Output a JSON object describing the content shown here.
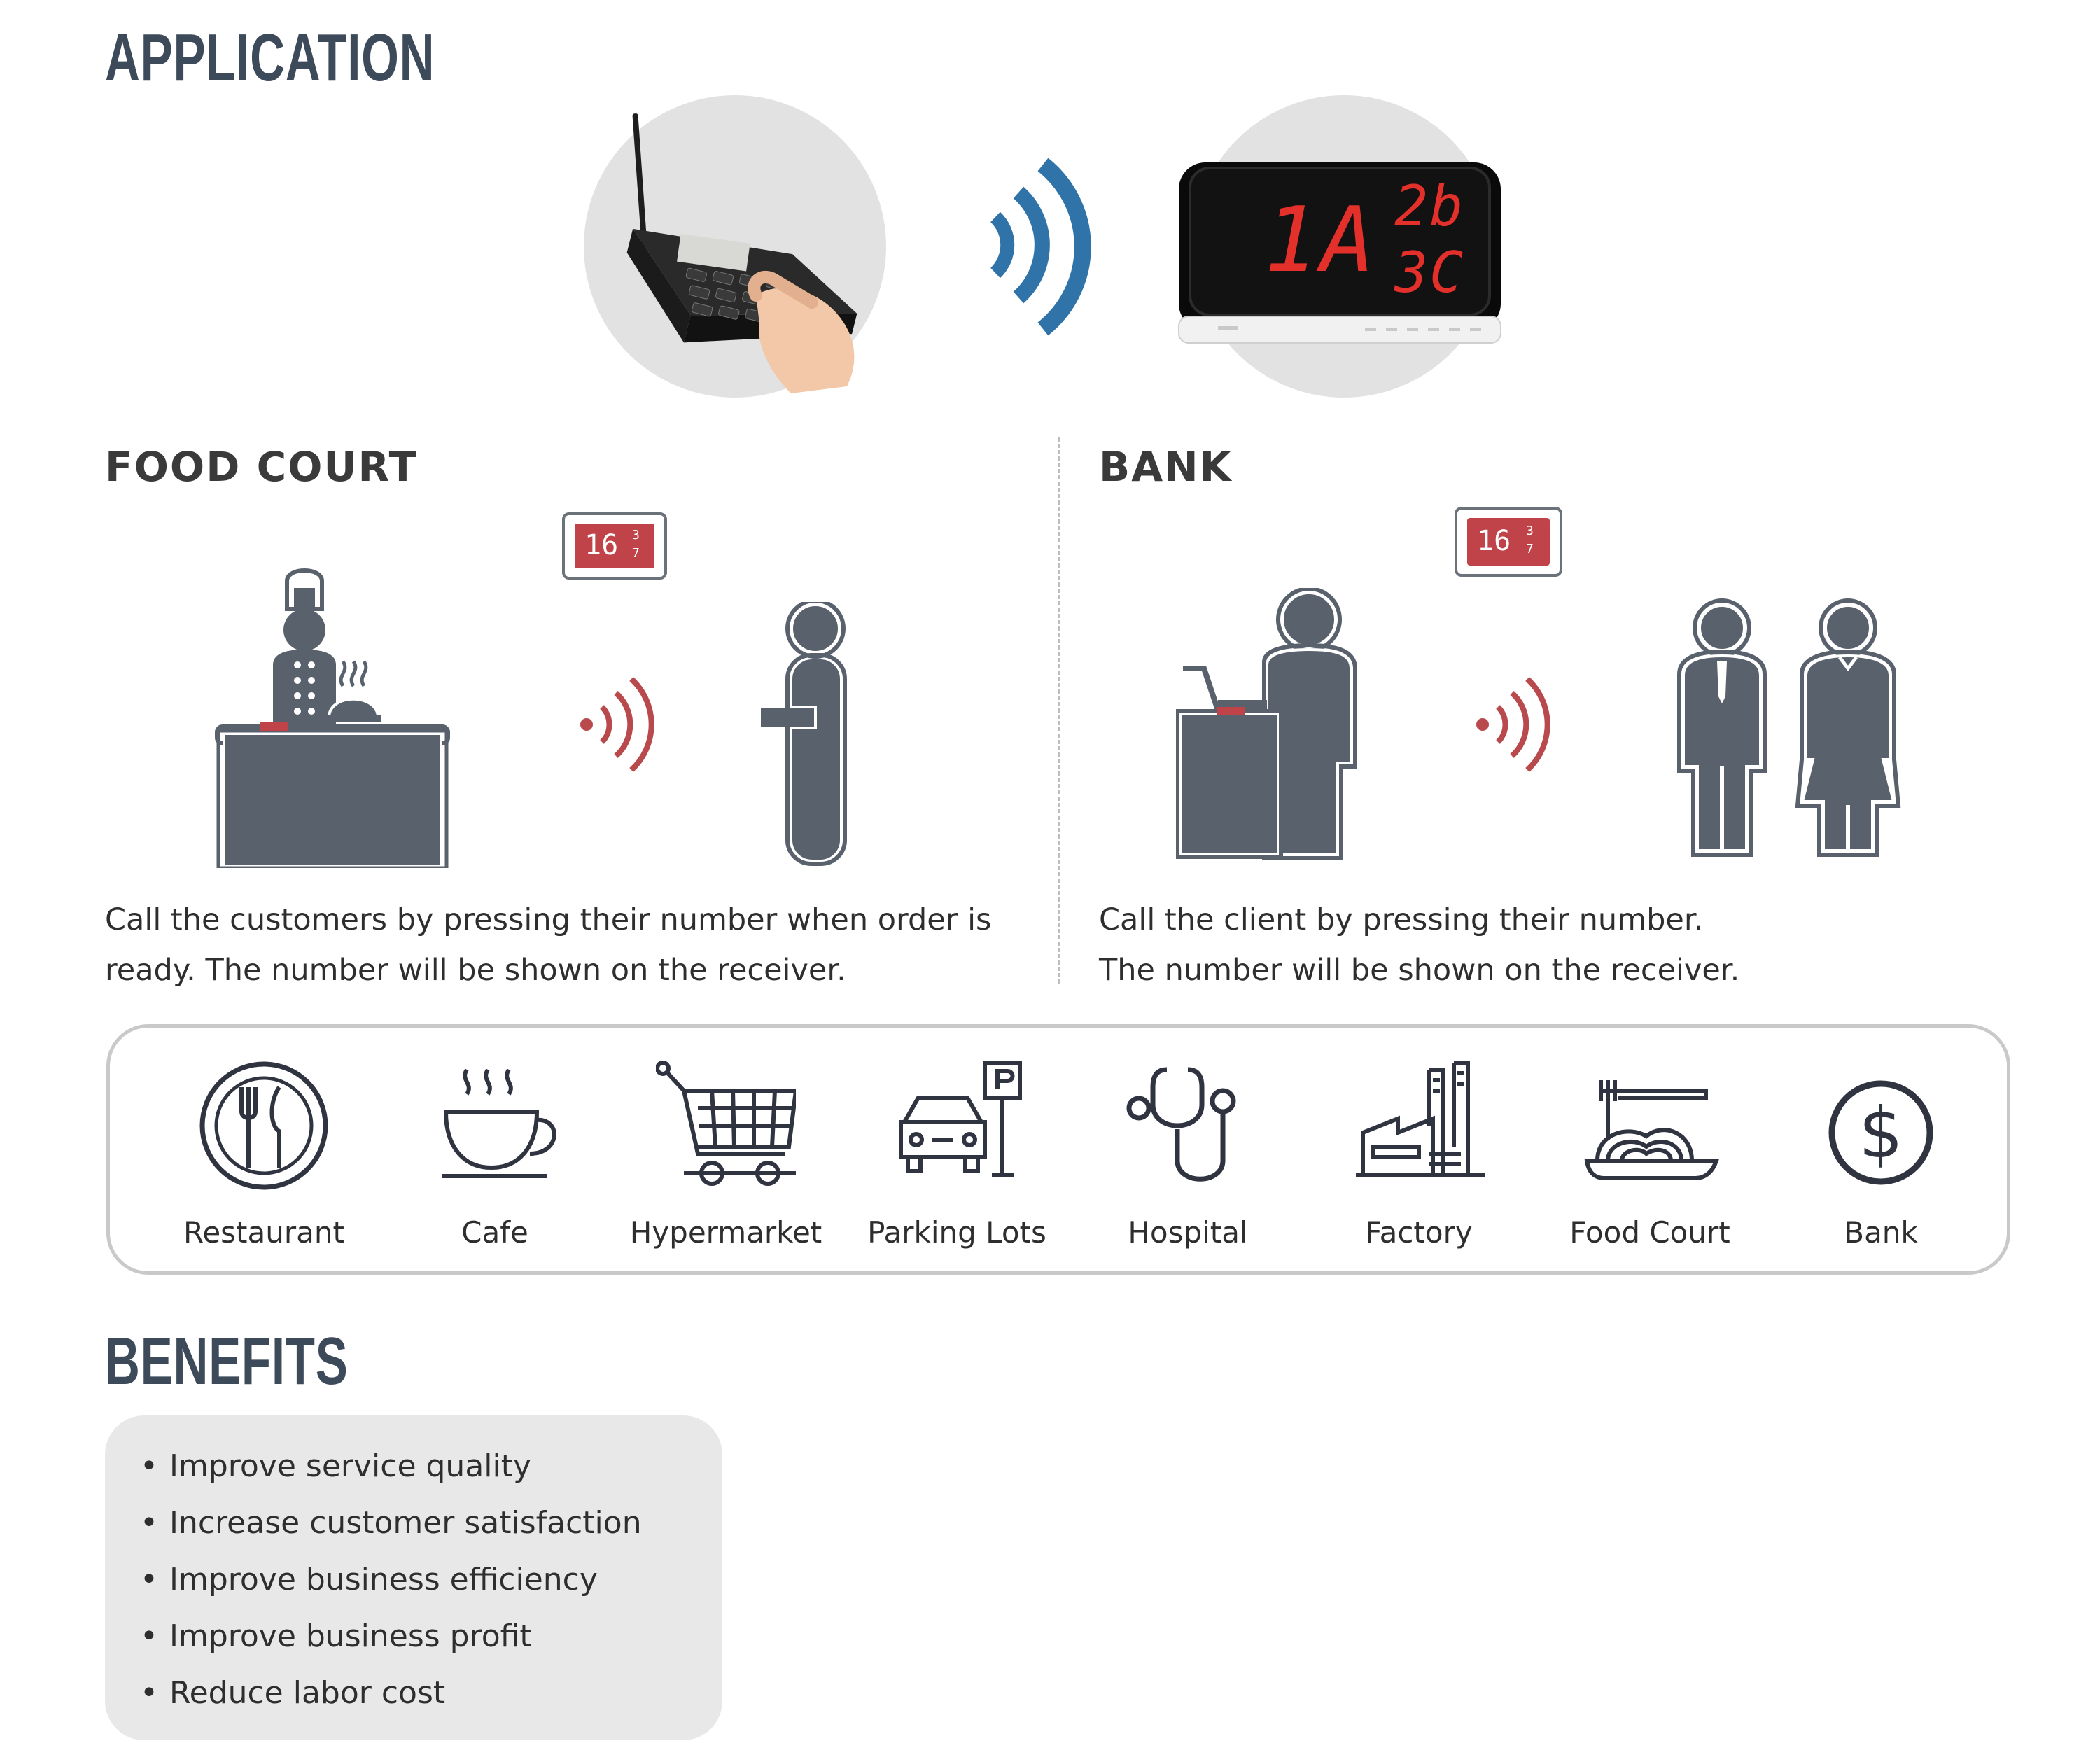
{
  "headings": {
    "application": "APPLICATION",
    "benefits": "BENEFITS"
  },
  "devices": {
    "receiver_display": {
      "main": "1A",
      "top_right": "2b",
      "bottom_right": "3C"
    }
  },
  "food_court": {
    "title": "FOOD COURT",
    "pager": {
      "main": "16",
      "small_top": "3",
      "small_bottom": "7"
    },
    "description_line1": "Call the customers by pressing their number when order is",
    "description_line2": "ready. The number will be shown on the receiver."
  },
  "bank": {
    "title": "BANK",
    "pager": {
      "main": "16",
      "small_top": "3",
      "small_bottom": "7"
    },
    "description_line1": "Call the client by pressing their number.",
    "description_line2": "The number will be shown on the receiver."
  },
  "applications": [
    {
      "label": "Restaurant",
      "icon": "restaurant-plate-icon"
    },
    {
      "label": "Cafe",
      "icon": "coffee-cup-icon"
    },
    {
      "label": "Hypermarket",
      "icon": "shopping-cart-icon"
    },
    {
      "label": "Parking Lots",
      "icon": "car-parking-icon"
    },
    {
      "label": "Hospital",
      "icon": "stethoscope-icon"
    },
    {
      "label": "Factory",
      "icon": "factory-icon"
    },
    {
      "label": "Food Court",
      "icon": "noodle-bowl-icon"
    },
    {
      "label": "Bank",
      "icon": "dollar-coin-icon"
    }
  ],
  "benefits": [
    "Improve service quality",
    "Increase customer satisfaction",
    "Improve business efficiency",
    "Improve business profit",
    "Reduce labor cost"
  ],
  "colors": {
    "icon_dark": "#58616c",
    "signal_blue": "#2f73a8",
    "signal_red": "#b84a4d",
    "pager_red": "#c0434a",
    "led_red": "#e4302b",
    "heading": "#3d4a5a"
  }
}
